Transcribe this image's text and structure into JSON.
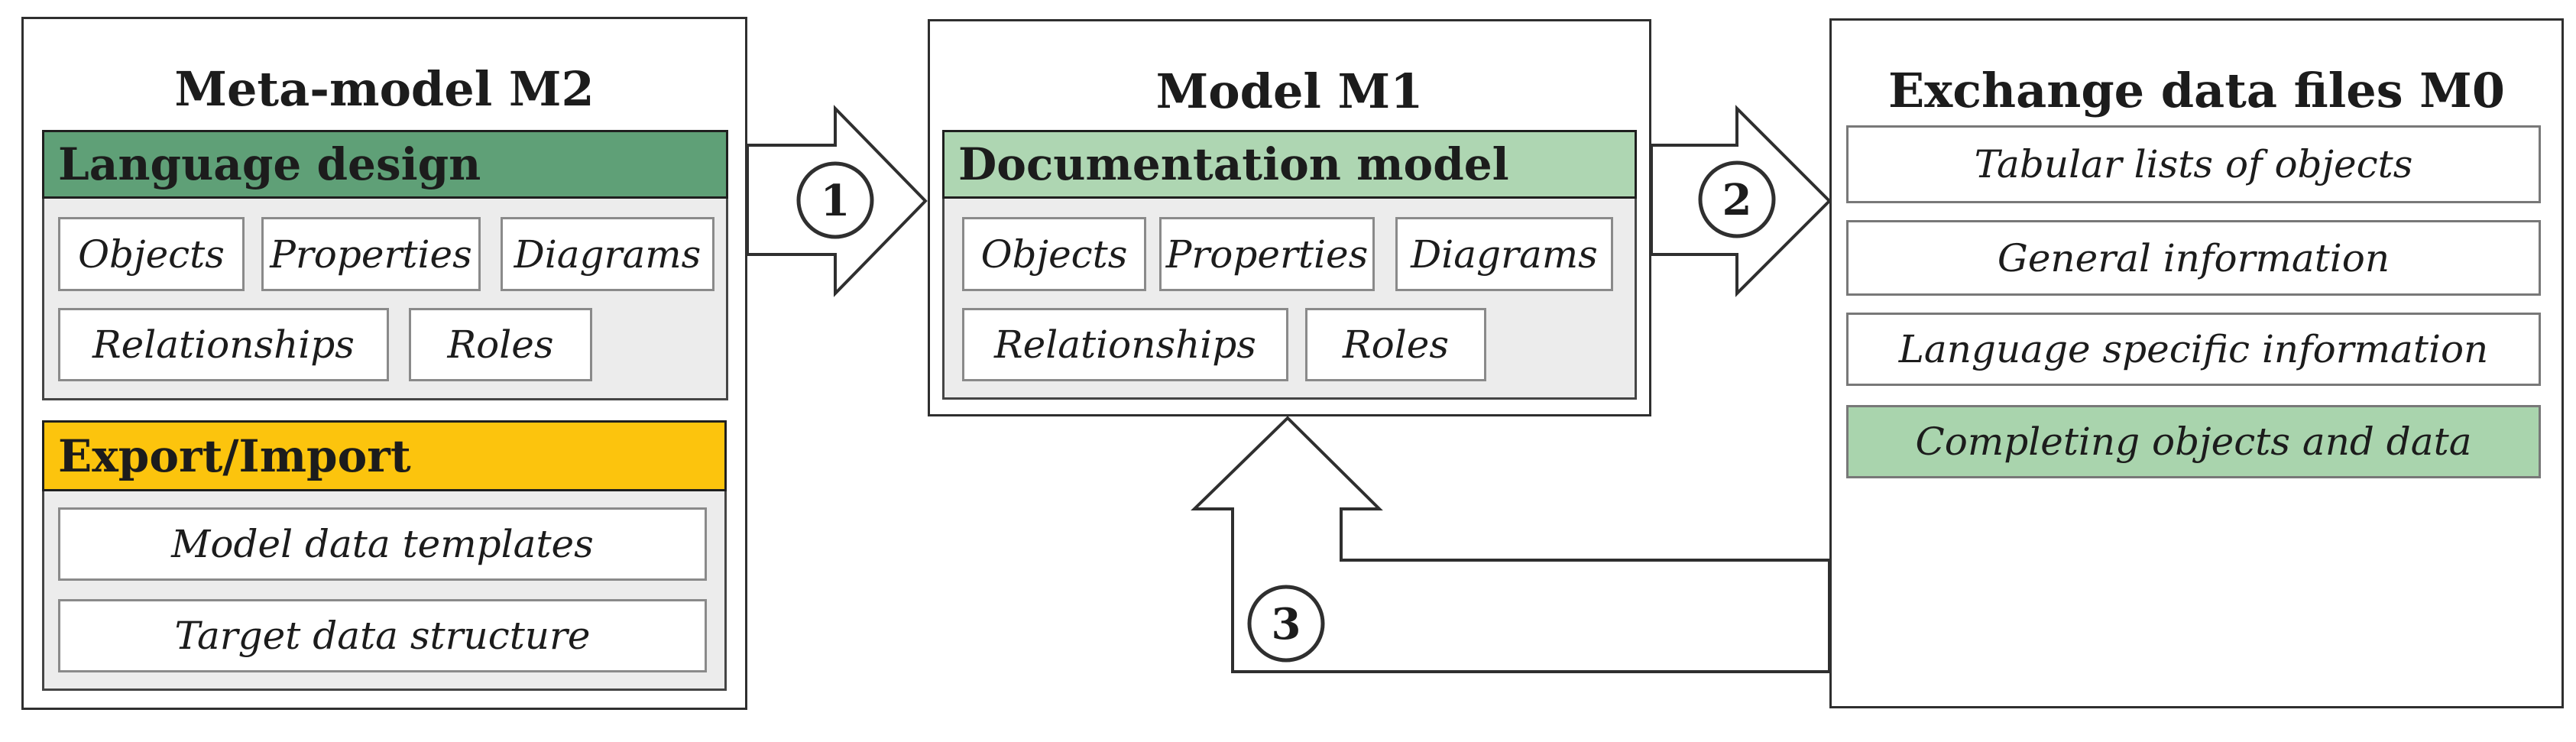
{
  "colors": {
    "header_green_dark": "#5fa077",
    "header_green_light": "#aed6b2",
    "header_yellow": "#fcc40d",
    "section_gray_fill": "#ececec",
    "border_dark": "#2f2f2f",
    "text": "#1c1c1c"
  },
  "m2": {
    "title": "Meta-model M2",
    "language_design": {
      "header": "Language design",
      "row1": [
        "Objects",
        "Properties",
        "Diagrams"
      ],
      "row2": [
        "Relationships",
        "Roles"
      ]
    },
    "export_import": {
      "header": "Export/Import",
      "items": [
        "Model data templates",
        "Target data structure"
      ]
    }
  },
  "m1": {
    "title": "Model M1",
    "documentation_model": {
      "header": "Documentation model",
      "row1": [
        "Objects",
        "Properties",
        "Diagrams"
      ],
      "row2": [
        "Relationships",
        "Roles"
      ]
    }
  },
  "m0": {
    "title": "Exchange data files M0",
    "rows": [
      "Tabular lists of objects",
      "General information",
      "Language specific information",
      "Completing objects and data"
    ]
  },
  "arrows": {
    "step1": "1",
    "step2": "2",
    "step3": "3"
  }
}
